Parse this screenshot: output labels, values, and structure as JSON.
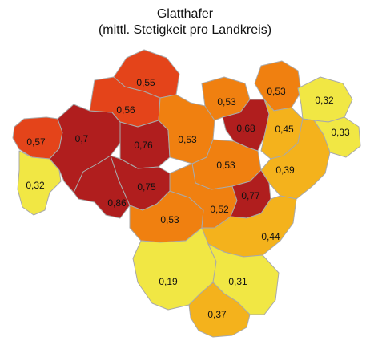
{
  "title": {
    "line1": "Glatthafer",
    "line2": "(mittl. Stetigkeit pro Landkreis)"
  },
  "colors": {
    "very_high": "#b01e1e",
    "high": "#e4441a",
    "medium": "#f08010",
    "low_medium": "#f4b21c",
    "low": "#f1e744",
    "border": "#a9a9a9",
    "label": "#111111"
  },
  "regions": [
    {
      "id": "r-057",
      "value": "0,57",
      "color_class": "high"
    },
    {
      "id": "r-032w",
      "value": "0,32",
      "color_class": "low"
    },
    {
      "id": "r-070",
      "value": "0,7",
      "color_class": "very_high"
    },
    {
      "id": "r-086",
      "value": "0,86",
      "color_class": "very_high"
    },
    {
      "id": "r-056",
      "value": "0,56",
      "color_class": "high"
    },
    {
      "id": "r-055",
      "value": "0,55",
      "color_class": "high"
    },
    {
      "id": "r-076",
      "value": "0,76",
      "color_class": "very_high"
    },
    {
      "id": "r-075",
      "value": "0,75",
      "color_class": "very_high"
    },
    {
      "id": "r-053c",
      "value": "0,53",
      "color_class": "medium"
    },
    {
      "id": "r-053m",
      "value": "0,53",
      "color_class": "medium"
    },
    {
      "id": "r-053t",
      "value": "0,53",
      "color_class": "medium"
    },
    {
      "id": "r-053tr",
      "value": "0,53",
      "color_class": "medium"
    },
    {
      "id": "r-068",
      "value": "0,68",
      "color_class": "very_high"
    },
    {
      "id": "r-045",
      "value": "0,45",
      "color_class": "low_medium"
    },
    {
      "id": "r-032e",
      "value": "0,32",
      "color_class": "low"
    },
    {
      "id": "r-033",
      "value": "0,33",
      "color_class": "low"
    },
    {
      "id": "r-039",
      "value": "0,39",
      "color_class": "low_medium"
    },
    {
      "id": "r-053sw",
      "value": "0,53",
      "color_class": "medium"
    },
    {
      "id": "r-052",
      "value": "0,52",
      "color_class": "medium"
    },
    {
      "id": "r-077",
      "value": "0,77",
      "color_class": "very_high"
    },
    {
      "id": "r-044",
      "value": "0,44",
      "color_class": "low_medium"
    },
    {
      "id": "r-019",
      "value": "0,19",
      "color_class": "low"
    },
    {
      "id": "r-031",
      "value": "0,31",
      "color_class": "low"
    },
    {
      "id": "r-037",
      "value": "0,37",
      "color_class": "low_medium"
    }
  ]
}
